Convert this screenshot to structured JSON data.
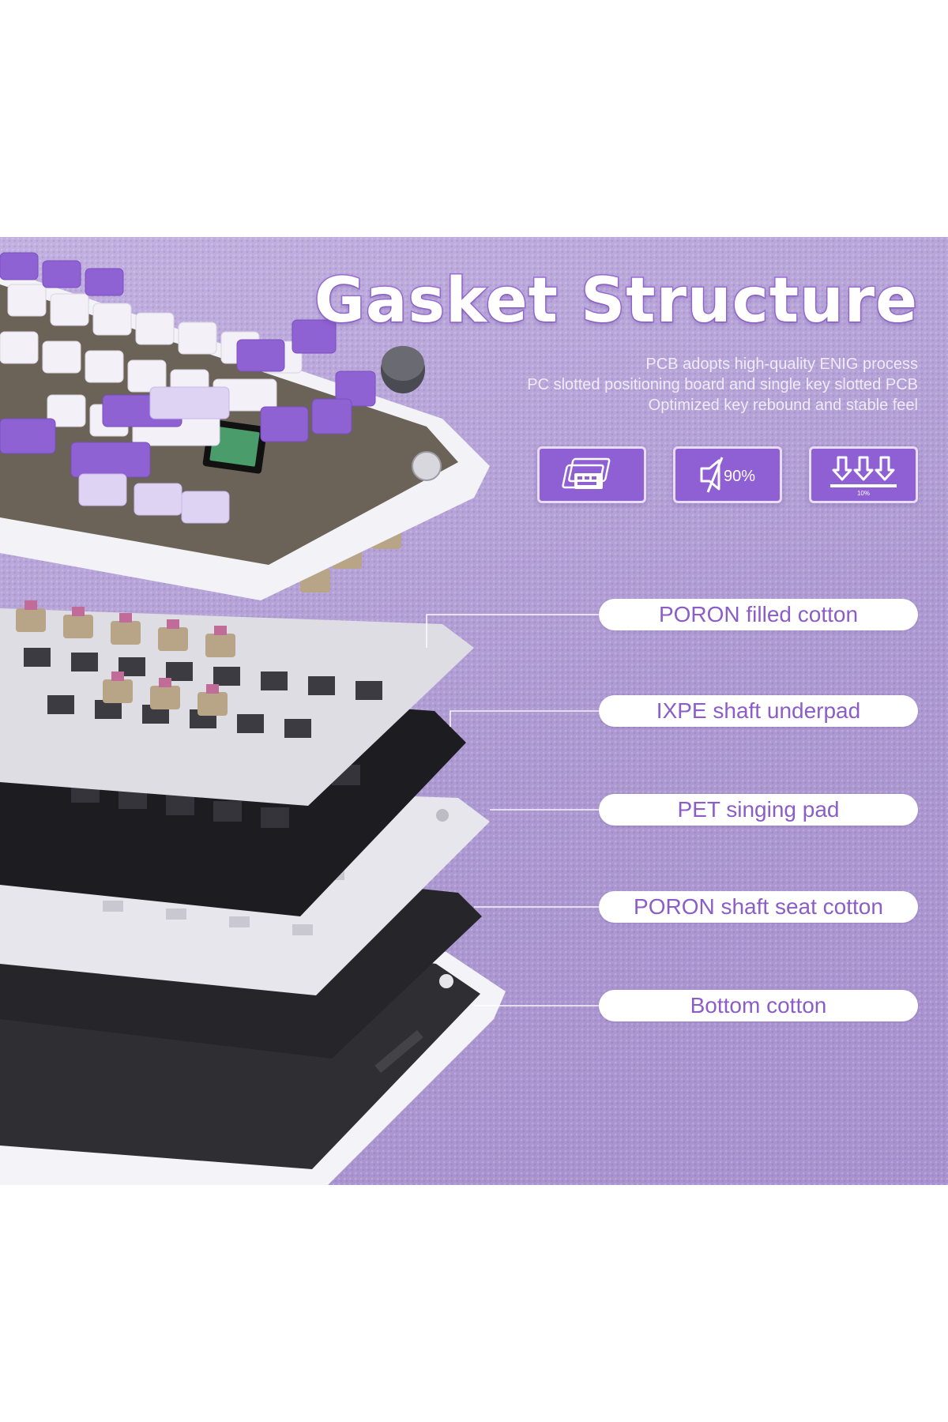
{
  "title": "Gasket Structure",
  "subtitle_lines": [
    "PCB adopts high-quality ENIG process",
    "PC slotted positioning board and single key slotted PCB",
    "Optimized key rebound and stable feel"
  ],
  "feature_icons": [
    {
      "name": "pcb-layers-icon"
    },
    {
      "name": "sound-dampening-icon",
      "text": "90%"
    },
    {
      "name": "key-rebound-icon",
      "text": "10%"
    }
  ],
  "layers": [
    {
      "label": "PORON filled cotton"
    },
    {
      "label": "IXPE shaft underpad"
    },
    {
      "label": "PET singing pad"
    },
    {
      "label": "PORON shaft seat cotton"
    },
    {
      "label": "Bottom cotton"
    }
  ],
  "colors": {
    "background": "#b7a4d8",
    "accent": "#8f5fd4",
    "label_text": "#8b5dc8",
    "keycap_purple": "#8f62d3",
    "keycap_white": "#f3f1f7",
    "switch_tan": "#b8a587",
    "switch_stem_pink": "#c06b98"
  }
}
